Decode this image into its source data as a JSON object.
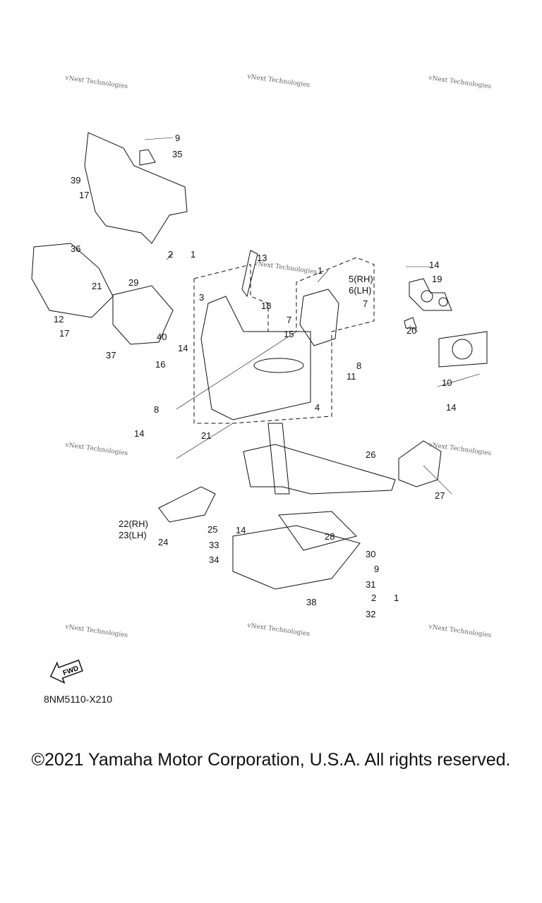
{
  "watermark": "vNext Technologies",
  "diagram_code": "8NM5110-X210",
  "fwd_label": "FWD",
  "copyright": "©2021 Yamaha Motor Corporation, U.S.A. All rights reserved.",
  "callouts": [
    "9",
    "35",
    "39",
    "17",
    "36",
    "2",
    "1",
    "13",
    "1",
    "14",
    "19",
    "21",
    "29",
    "3",
    "18",
    "5(RH)",
    "6(LH)",
    "7",
    "7",
    "15",
    "40",
    "14",
    "12",
    "17",
    "37",
    "20",
    "16",
    "8",
    "11",
    "10",
    "8",
    "4",
    "14",
    "21",
    "14",
    "26",
    "27",
    "22(RH)",
    "23(LH)",
    "25",
    "14",
    "24",
    "28",
    "33",
    "30",
    "34",
    "9",
    "31",
    "2",
    "1",
    "38",
    "32"
  ]
}
